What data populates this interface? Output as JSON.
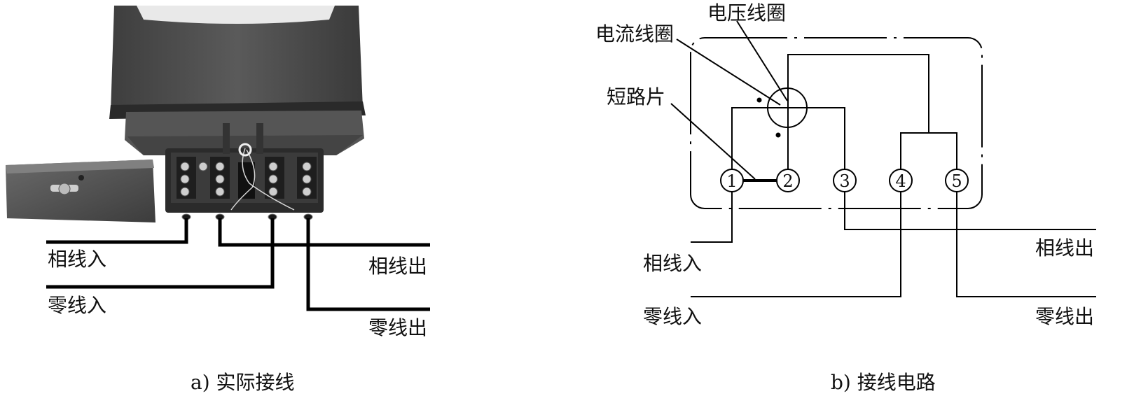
{
  "left_panel": {
    "wire_labels": {
      "phase_in": "相线入",
      "neutral_in": "零线入",
      "phase_out": "相线出",
      "neutral_out": "零线出"
    },
    "caption": "a) 实际接线"
  },
  "right_panel": {
    "component_labels": {
      "current_coil": "电流线圈",
      "voltage_coil": "电压线圈",
      "shorting_strip": "短路片"
    },
    "terminals": [
      "1",
      "2",
      "3",
      "4",
      "5"
    ],
    "wire_labels": {
      "phase_in": "相线入",
      "neutral_in": "零线入",
      "phase_out": "相线出",
      "neutral_out": "零线出"
    },
    "caption": "b) 接线电路"
  }
}
